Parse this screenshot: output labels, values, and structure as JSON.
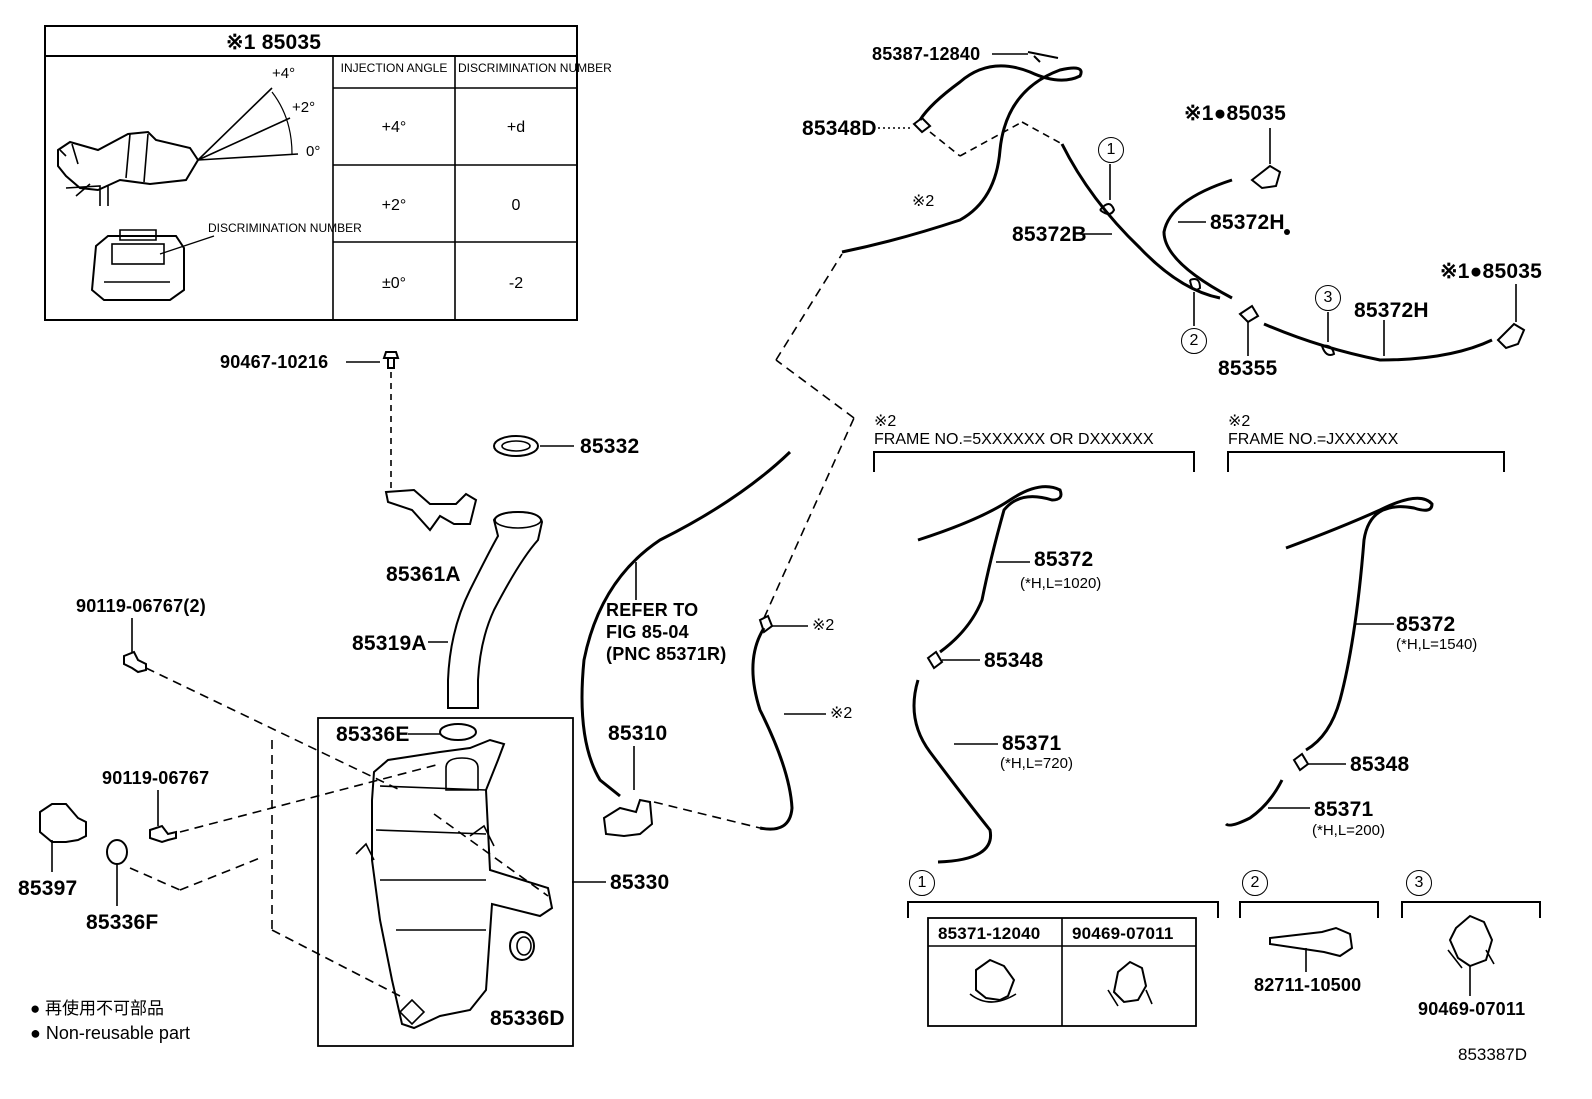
{
  "inset": {
    "title": "※1 85035",
    "col_injection": "INJECTION ANGLE",
    "col_discrimination": "DISCRIMINATION NUMBER",
    "rows": [
      {
        "angle": "+4°",
        "number": "+d"
      },
      {
        "angle": "+2°",
        "number": "0"
      },
      {
        "angle": "±0°",
        "number": "-2"
      }
    ],
    "angle_labels": {
      "a4": "+4°",
      "a2": "+2°",
      "a0": "0°"
    },
    "disc_label": "DISCRIMINATION NUMBER"
  },
  "labels": {
    "p90467": "90467-10216",
    "p85332": "85332",
    "p85361A": "85361A",
    "p85319A": "85319A",
    "p90119a": "90119-06767(2)",
    "p90119b": "90119-06767",
    "p85397": "85397",
    "p85336F": "85336F",
    "p85336E": "85336E",
    "p85330": "85330",
    "p85336D": "85336D",
    "p85310": "85310",
    "refer1": "REFER TO",
    "refer2": "FIG 85-04",
    "refer3": "(PNC 85371R)",
    "p85387": "85387-12840",
    "p85348D": "85348D",
    "mark2_a": "※2",
    "mark2_b": "※2",
    "mark2_c": "※2",
    "p85372B": "85372B",
    "p85035a": "※1●85035",
    "p85372H_a": "85372H",
    "p85355": "85355",
    "p85035b": "※1●85035",
    "p85372H_b": "85372H",
    "c1": "1",
    "c2": "2",
    "c3": "3"
  },
  "frame_left": {
    "mark": "※2",
    "title": "FRAME NO.=5XXXXXX OR DXXXXXX",
    "p85372": "85372",
    "p85372_note": "(*H,L=1020)",
    "p85348": "85348",
    "p85371": "85371",
    "p85371_note": "(*H,L=720)"
  },
  "frame_right": {
    "mark": "※2",
    "title": "FRAME NO.=JXXXXXX",
    "p85372": "85372",
    "p85372_note": "(*H,L=1540)",
    "p85348": "85348",
    "p85371": "85371",
    "p85371_note": "(*H,L=200)"
  },
  "detail1": {
    "num": "1",
    "a": "85371-12040",
    "b": "90469-07011"
  },
  "detail2": {
    "num": "2",
    "part": "82711-10500"
  },
  "detail3": {
    "num": "3",
    "part": "90469-07011"
  },
  "legend": {
    "line1": "● 再使用不可部品",
    "line2": "● Non-reusable part"
  },
  "diagram_id": "853387D"
}
